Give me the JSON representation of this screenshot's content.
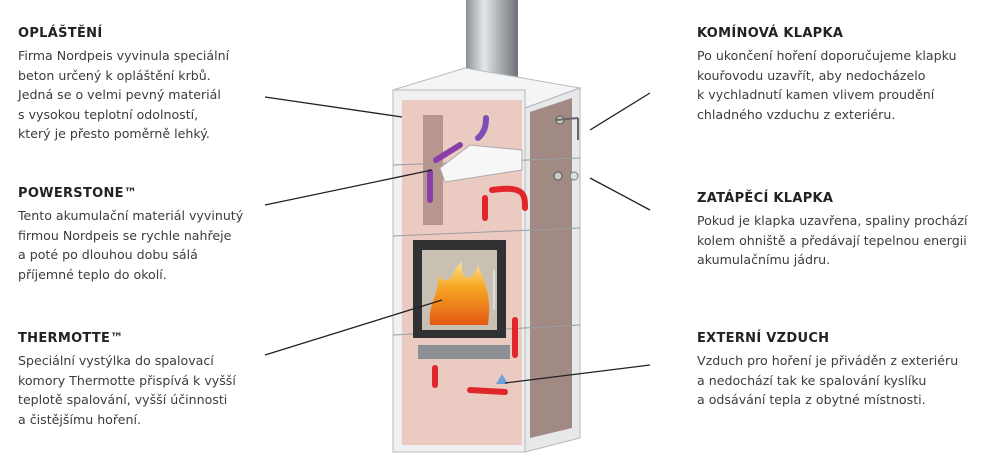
{
  "left_sections": [
    {
      "title": "OPLÁŠTĚNÍ",
      "lines": [
        "Firma Nordpeis vyvinula speciální",
        "beton určený k opláštění krbů.",
        "Jedná se o velmi pevný materiál",
        "s vysokou teplotní odolností,",
        "který je přesto poměrně lehký."
      ]
    },
    {
      "title": "POWERSTONE™",
      "lines": [
        "Tento akumulační materiál vyvinutý",
        "firmou Nordpeis se rychle nahřeje",
        "a poté po dlouhou dobu sálá",
        "příjemné teplo do okolí."
      ]
    },
    {
      "title": "THERMOTTE™",
      "lines": [
        "Speciální vystýlka do spalovací",
        "komory Thermotte přispívá k vyšší",
        "teplotě spalování, vyšší účinnosti",
        "a čistějšímu hoření."
      ]
    }
  ],
  "right_sections": [
    {
      "title": "KOMÍNOVÁ KLAPKA",
      "lines": [
        "Po ukončení hoření doporučujeme klapku",
        "kouřovodu uzavřít, aby nedocházelo",
        "k vychladnutí kamen vlivem proudění",
        "chladného vzduchu z exteriéru."
      ]
    },
    {
      "title": "ZATÁPĚCÍ KLAPKA",
      "lines": [
        "Pokud je klapka uzavřena, spaliny prochází",
        "kolem ohniště a předávají tepelnou energii",
        "akumulačnímu jádru."
      ]
    },
    {
      "title": "EXTERNÍ VZDUCH",
      "lines": [
        "Vzduch pro hoření je přiváděn z exteriéru",
        "a nedochází tak ke spalování kyslíku",
        "a odsávání tepla z obytné místnosti."
      ]
    }
  ],
  "colors": {
    "core": "#eac3b8",
    "hot_arrow": "#e0262b",
    "smoke_arrow": "#8a3fa8",
    "cold_arrow": "#6fa0dc",
    "shell": "#e9ecef"
  }
}
